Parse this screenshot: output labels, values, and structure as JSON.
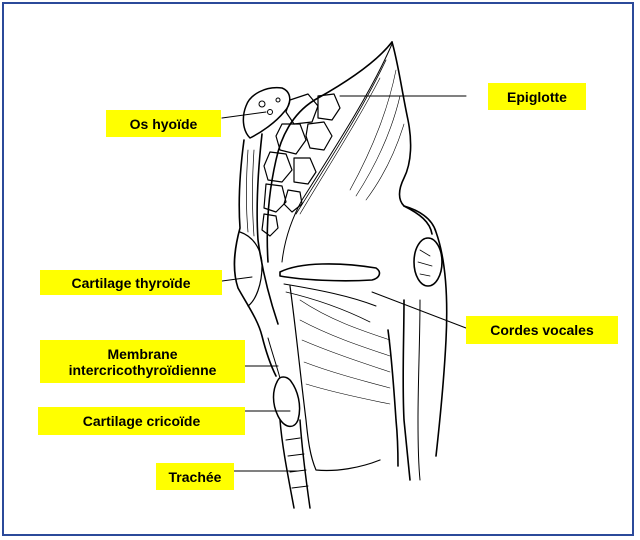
{
  "labels": {
    "epiglotte": "Epiglotte",
    "os_hyoide": "Os hyoïde",
    "cartilage_thyroide": "Cartilage thyroïde",
    "cordes_vocales": "Cordes vocales",
    "membrane_line1": "Membrane",
    "membrane_line2": "intercricothyroïdienne",
    "cartilage_cricoide": "Cartilage cricoïde",
    "trachee": "Trachée"
  },
  "colors": {
    "label_background": "#ffff00",
    "frame_border": "#2b4a9a",
    "ink": "#000000"
  }
}
